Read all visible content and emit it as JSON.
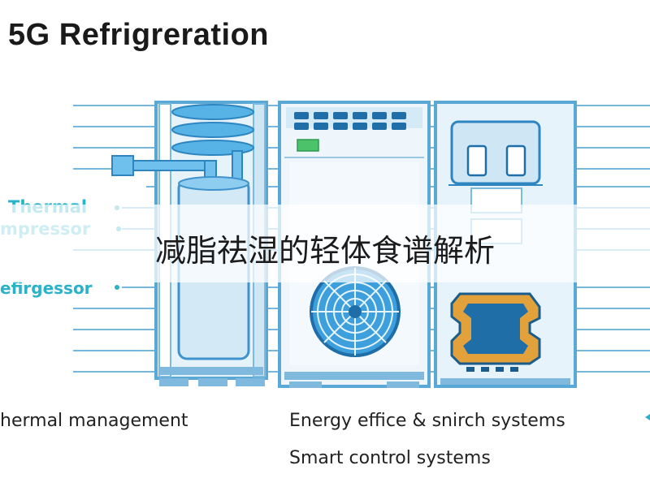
{
  "title": "5G Refrigreration",
  "overlay": {
    "caption": "减脂祛湿的轻体食谱解析"
  },
  "labels": {
    "thermal": "Thermal",
    "compressor": "mpressor",
    "refrigessor": "efirgessor",
    "thermal_management": "hermal management",
    "energy": "Energy effice & snirch systems",
    "smart": "Smart control systems"
  },
  "colors": {
    "accent": "#2ab3c8",
    "frame": "#5aa8d6",
    "panel": "#e6f3fb",
    "dark_slot": "#1f6ea8"
  },
  "icons": [
    "arrow-bullet-icon",
    "fan-icon",
    "cooling-coil-icon",
    "circuit-chip-icon"
  ]
}
